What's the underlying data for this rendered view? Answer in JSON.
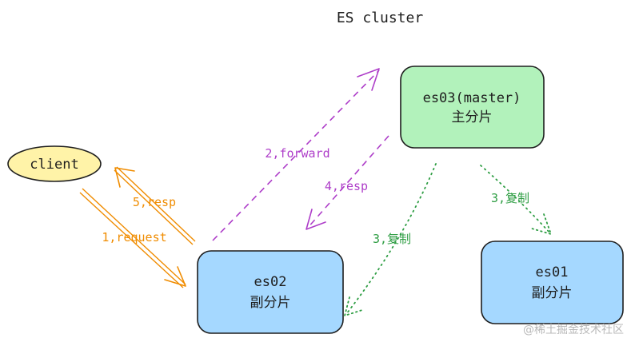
{
  "title": "ES cluster",
  "nodes": {
    "client": {
      "label": "client",
      "fill": "#fff3a8",
      "stroke": "#1e1e1e"
    },
    "es03": {
      "label": "es03(master)",
      "sublabel": "主分片",
      "fill": "#b2f2bb",
      "stroke": "#1e1e1e"
    },
    "es02": {
      "label": "es02",
      "sublabel": "副分片",
      "fill": "#a5d8ff",
      "stroke": "#1e1e1e"
    },
    "es01": {
      "label": "es01",
      "sublabel": "副分片",
      "fill": "#a5d8ff",
      "stroke": "#1e1e1e"
    }
  },
  "edges": {
    "request": {
      "label": "1,request",
      "color": "#f08c00"
    },
    "resp5": {
      "label": "5,resp",
      "color": "#f08c00"
    },
    "forward": {
      "label": "2,forward",
      "color": "#ae3ec9"
    },
    "resp4": {
      "label": "4,resp",
      "color": "#ae3ec9"
    },
    "replicate_es02": {
      "label": "3,复制",
      "color": "#2f9e44"
    },
    "replicate_es01": {
      "label": "3,复制",
      "color": "#2f9e44"
    }
  },
  "watermark": "@稀土掘金技术社区"
}
